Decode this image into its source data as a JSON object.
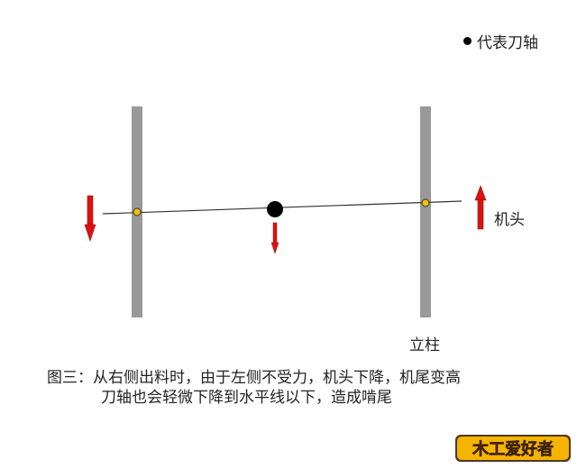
{
  "legend": {
    "label": "代表刀轴",
    "icon": "black-dot-icon"
  },
  "labels": {
    "machine_head": "机头",
    "column": "立柱"
  },
  "caption": {
    "line1": "图三：从右侧出料时，由于左侧不受力，机头下降，机尾变高",
    "line2": "刀轴也会轻微下降到水平线以下，造成啃尾"
  },
  "logo": {
    "text": "木工爱好者"
  },
  "colors": {
    "post": "#999999",
    "arrow": "#dd1111",
    "pivot": "#f2c200",
    "axle": "#000000",
    "line": "#333333"
  }
}
